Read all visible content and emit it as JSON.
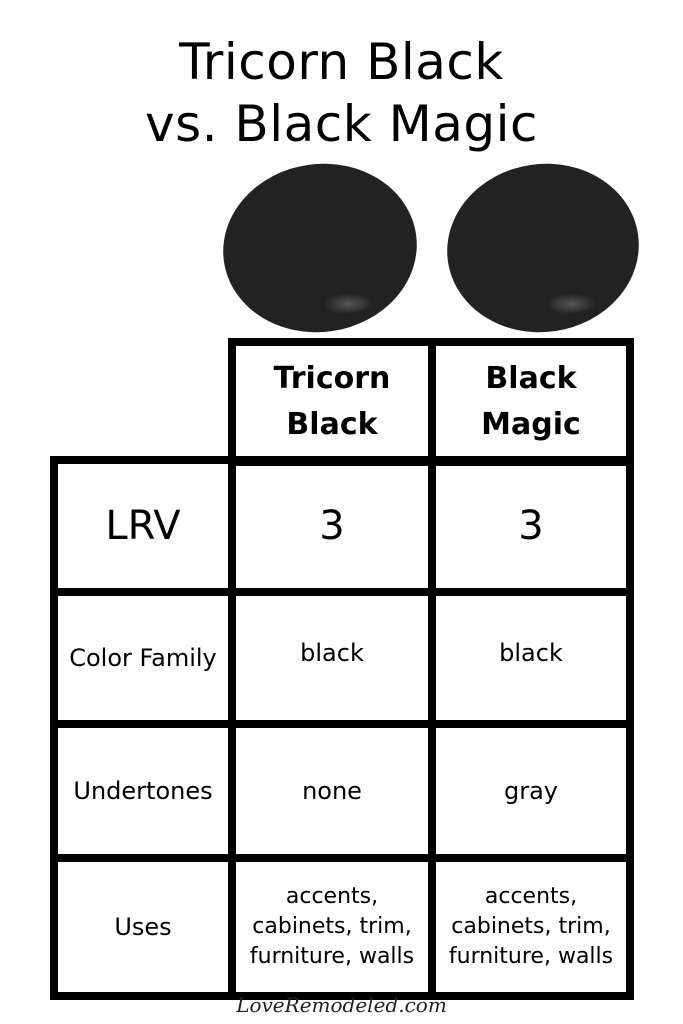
{
  "title": {
    "line1": "Tricorn Black",
    "line2": "vs. Black Magic"
  },
  "swatches": [
    {
      "name": "Tricorn Black",
      "color": "#1e1e1e"
    },
    {
      "name": "Black Magic",
      "color": "#1e1e1e"
    }
  ],
  "table": {
    "headers": [
      {
        "line1": "Tricorn",
        "line2": "Black"
      },
      {
        "line1": "Black",
        "line2": "Magic"
      }
    ],
    "rows": [
      {
        "label": "LRV",
        "values": [
          "3",
          "3"
        ]
      },
      {
        "label": "Color Family",
        "values": [
          "black",
          "black"
        ]
      },
      {
        "label": "Undertones",
        "values": [
          "none",
          "gray"
        ]
      },
      {
        "label": "Uses",
        "values": [
          "accents, cabinets, trim, furniture, walls",
          "accents, cabinets, trim, furniture, walls"
        ]
      }
    ]
  },
  "watermark": "LoveRemodeled.com"
}
